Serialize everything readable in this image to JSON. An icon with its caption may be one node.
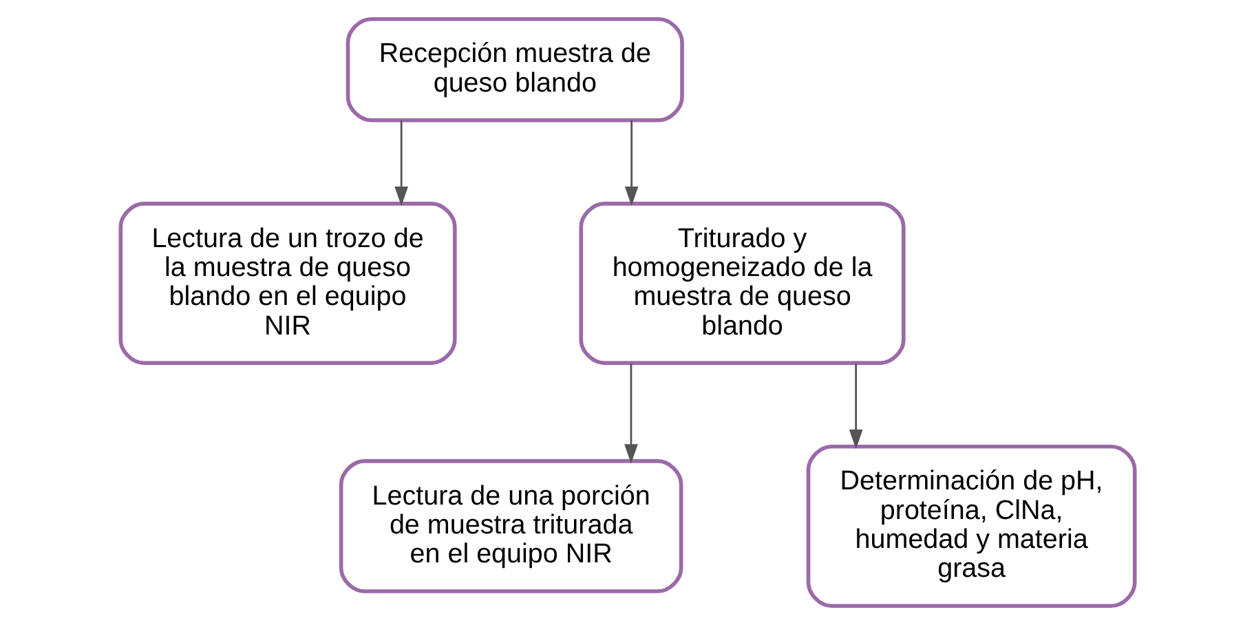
{
  "diagram": {
    "nodes": [
      {
        "text": [
          "Recepción muestra de queso blando"
        ]
      },
      {
        "text": [
          "Lectura de un trozo de la muestra de queso blando en el equipo NIR"
        ]
      },
      {
        "text": [
          "Triturado y homogeneizado de la muestra de queso blando"
        ]
      },
      {
        "text": [
          "Lectura de una porción de muestra triturada en el equipo NIR"
        ]
      },
      {
        "text": [
          "Determinación de pH, proteína, ClNa, humedad y materia grasa"
        ]
      }
    ],
    "edges": [
      {
        "from": 0,
        "to": 1,
        "arrow": "to"
      },
      {
        "from": 0,
        "to": 2,
        "arrow": "to"
      },
      {
        "from": 2,
        "to": 3,
        "arrow": "to"
      },
      {
        "from": 2,
        "to": 4,
        "arrow": "to"
      }
    ]
  }
}
